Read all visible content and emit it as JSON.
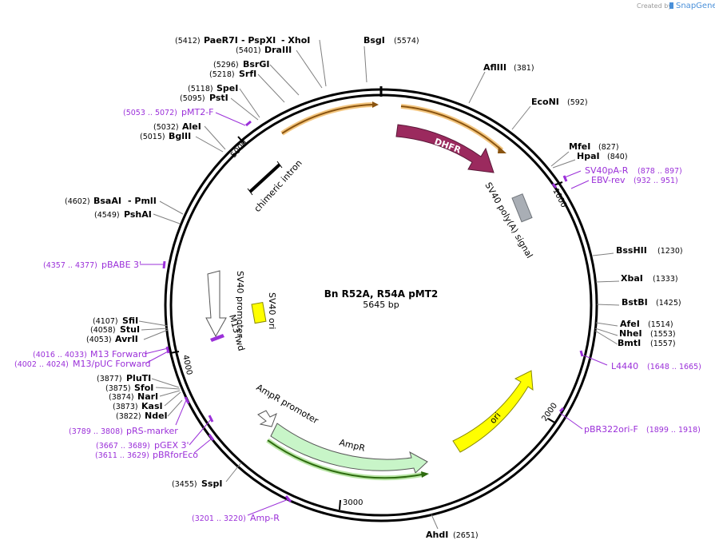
{
  "plasmid": {
    "name": "Bn R52A, R54A pMT2",
    "size": 5645,
    "size_label": "5645 bp"
  },
  "branding": {
    "created_by": "Created by",
    "app_name": "SnapGene",
    "color": "#4a90d9"
  },
  "colors": {
    "primer": "#9b30d9",
    "dhfr": "#9b2a5e",
    "ampr": "#c8f5c8",
    "ori": "#ffff00",
    "sv40ori": "#ffff00",
    "polya": "#a9aeb5",
    "arrow_orange": "#c47a12",
    "arrow_green": "#2e6b0f"
  },
  "ticks": [
    {
      "label": "1000",
      "pos": 1000
    },
    {
      "label": "2000",
      "pos": 2000
    },
    {
      "label": "3000",
      "pos": 3000
    },
    {
      "label": "4000",
      "pos": 4000
    },
    {
      "label": "5000",
      "pos": 5000
    }
  ],
  "sites": [
    {
      "name": "BsgI",
      "pos": "(5574)",
      "side": "right"
    },
    {
      "name": "AflIII",
      "pos": "(381)",
      "side": "right"
    },
    {
      "name": "EcoNI",
      "pos": "(592)",
      "side": "right"
    },
    {
      "name": "MfeI",
      "pos": "(827)",
      "side": "right"
    },
    {
      "name": "HpaI",
      "pos": "(840)",
      "side": "right"
    },
    {
      "name": "BssHII",
      "pos": "(1230)",
      "side": "right"
    },
    {
      "name": "XbaI",
      "pos": "(1333)",
      "side": "right"
    },
    {
      "name": "BstBI",
      "pos": "(1425)",
      "side": "right"
    },
    {
      "name": "AfeI",
      "pos": "(1514)",
      "side": "right"
    },
    {
      "name": "NheI",
      "pos": "(1553)",
      "side": "right"
    },
    {
      "name": "BmtI",
      "pos": "(1557)",
      "side": "right"
    },
    {
      "name": "AhdI",
      "pos": "(2651)",
      "side": "right"
    },
    {
      "name": "SspI",
      "pos": "(3455)",
      "side": "left"
    },
    {
      "name": "NdeI",
      "pos": "(3822)",
      "side": "left"
    },
    {
      "name": "KasI",
      "pos": "(3873)",
      "side": "left"
    },
    {
      "name": "NarI",
      "pos": "(3874)",
      "side": "left"
    },
    {
      "name": "SfoI",
      "pos": "(3875)",
      "side": "left"
    },
    {
      "name": "PluTI",
      "pos": "(3877)",
      "side": "left"
    },
    {
      "name": "AvrII",
      "pos": "(4053)",
      "side": "left"
    },
    {
      "name": "StuI",
      "pos": "(4058)",
      "side": "left"
    },
    {
      "name": "SfiI",
      "pos": "(4107)",
      "side": "left"
    },
    {
      "name": "PshAI",
      "pos": "(4549)",
      "side": "left"
    },
    {
      "name": "BsaAI",
      "extra": " - PmlI",
      "pos": "(4602)",
      "side": "left"
    },
    {
      "name": "BglII",
      "pos": "(5015)",
      "side": "left"
    },
    {
      "name": "AleI",
      "pos": "(5032)",
      "side": "left"
    },
    {
      "name": "PstI",
      "pos": "(5095)",
      "side": "left"
    },
    {
      "name": "SpeI",
      "pos": "(5118)",
      "side": "left"
    },
    {
      "name": "SrfI",
      "pos": "(5218)",
      "side": "left"
    },
    {
      "name": "BsrGI",
      "pos": "(5296)",
      "side": "left"
    },
    {
      "name": "DraIII",
      "pos": "(5401)",
      "side": "left"
    },
    {
      "name": "PaeR7I",
      "extra1": " - PspXI",
      "extra2": " - XhoI",
      "pos": "(5412)",
      "side": "left"
    }
  ],
  "primers": [
    {
      "name": "pMT2-F",
      "pos": "(5053 .. 5072)",
      "side": "left"
    },
    {
      "name": "SV40pA-R",
      "pos": "(878 .. 897)",
      "side": "right"
    },
    {
      "name": "EBV-rev",
      "pos": "(932 .. 951)",
      "side": "right"
    },
    {
      "name": "pBABE 3'",
      "pos": "(4357 .. 4377)",
      "side": "left"
    },
    {
      "name": "M13 Forward",
      "pos": "(4016 .. 4033)",
      "side": "left"
    },
    {
      "name": "M13/pUC Forward",
      "pos": "(4002 .. 4024)",
      "side": "left"
    },
    {
      "name": "L4440",
      "pos": "(1648 .. 1665)",
      "side": "right"
    },
    {
      "name": "pBR322ori-F",
      "pos": "(1899 .. 1918)",
      "side": "right"
    },
    {
      "name": "pRS-marker",
      "pos": "(3789 .. 3808)",
      "side": "left"
    },
    {
      "name": "pGEX 3'",
      "pos": "(3667 .. 3689)",
      "side": "left"
    },
    {
      "name": "pBRforEco",
      "pos": "(3611 .. 3629)",
      "side": "left"
    },
    {
      "name": "Amp-R",
      "pos": "(3201 .. 3220)",
      "side": "left"
    }
  ],
  "features": [
    {
      "name": "DHFR",
      "type": "gene"
    },
    {
      "name": "SV40 poly(A) signal",
      "type": "polyA"
    },
    {
      "name": "chimeric intron",
      "type": "intron"
    },
    {
      "name": "SV40 promoter",
      "type": "promoter"
    },
    {
      "name": "SV40 ori",
      "type": "origin"
    },
    {
      "name": "M13 fwd",
      "type": "primer_bind"
    },
    {
      "name": "AmpR promoter",
      "type": "promoter"
    },
    {
      "name": "AmpR",
      "type": "gene"
    },
    {
      "name": "ori",
      "type": "origin"
    }
  ]
}
